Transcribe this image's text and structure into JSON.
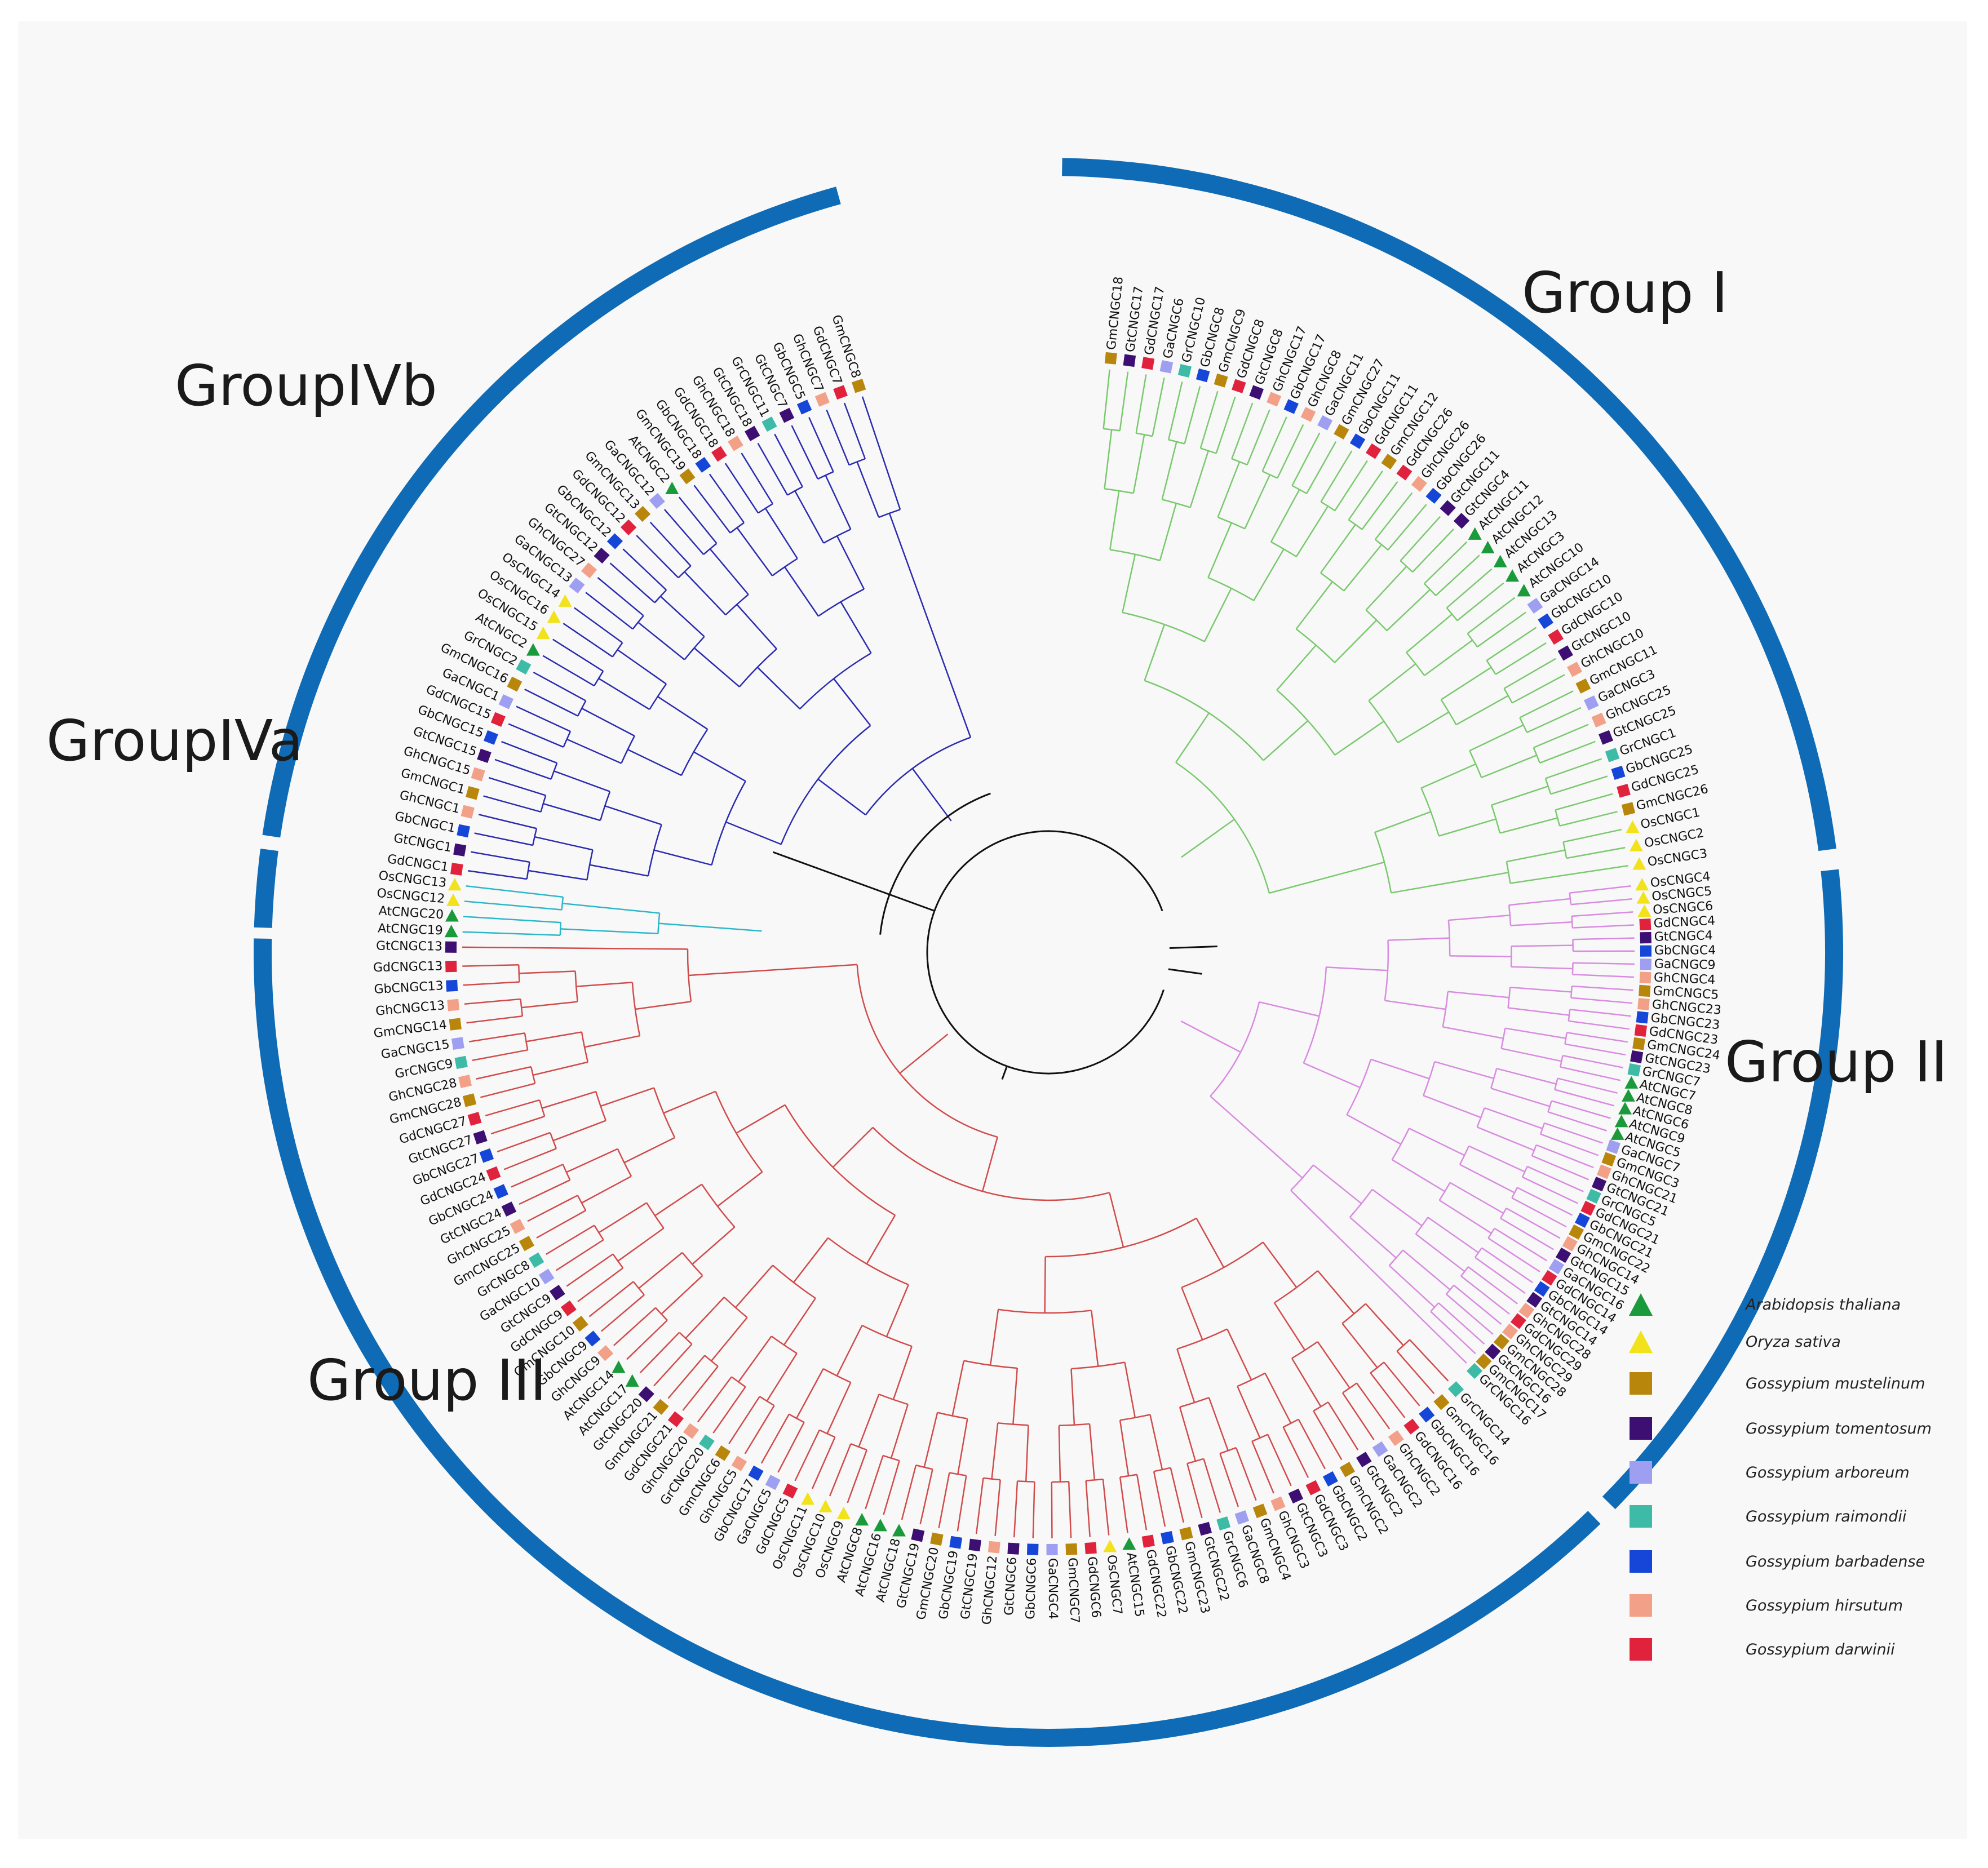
{
  "groups": [
    {
      "label": "Group I",
      "color": "#7ac96e"
    },
    {
      "label": "Group II",
      "color": "#d88be0"
    },
    {
      "label": "Group III",
      "color": "#d14b4b"
    },
    {
      "label": "GroupIVa",
      "color": "#2bb7c9"
    },
    {
      "label": "GroupIVb",
      "color": "#2b2bb0"
    }
  ],
  "ring_color": "#0f6bb5",
  "species": [
    {
      "key": "At",
      "name": "Arabidopsis thaliana",
      "shape": "triangle-up",
      "color": "#1a9a3a"
    },
    {
      "key": "Os",
      "name": "Oryza sativa",
      "shape": "triangle-up",
      "color": "#f2e21c"
    },
    {
      "key": "Gm",
      "name": "Gossypium mustelinum",
      "shape": "square",
      "color": "#b8860b"
    },
    {
      "key": "Gt",
      "name": "Gossypium tomentosum",
      "shape": "square",
      "color": "#3d0f73"
    },
    {
      "key": "Ga",
      "name": "Gossypium arboreum",
      "shape": "square",
      "color": "#9f9ff2"
    },
    {
      "key": "Gr",
      "name": "Gossypium raimondii",
      "shape": "square",
      "color": "#3dbba6"
    },
    {
      "key": "Gb",
      "name": "Gossypium barbadense",
      "shape": "square",
      "color": "#1546d8"
    },
    {
      "key": "Gh",
      "name": "Gossypium hirsutum",
      "shape": "square",
      "color": "#f2a188"
    },
    {
      "key": "Gd",
      "name": "Gossypium darwinii",
      "shape": "square",
      "color": "#e0223d"
    }
  ],
  "leaves": {
    "group_I": [
      "GmCNGC18",
      "GtCNGC17",
      "GdCNGC17",
      "GaCNGC6",
      "GrCNGC10",
      "GbCNGC8",
      "GmCNGC9",
      "GdCNGC8",
      "GtCNGC8",
      "GhCNGC17",
      "GbCNGC17",
      "GhCNGC8",
      "GaCNGC11",
      "GmCNGC27",
      "GbCNGC11",
      "GdCNGC11",
      "GmCNGC12",
      "GdCNGC26",
      "GhCNGC26",
      "GbCNGC26",
      "GtCNGC11",
      "GtCNGC4",
      "AtCNGC11",
      "AtCNGC12",
      "AtCNGC13",
      "AtCNGC3",
      "AtCNGC10",
      "GaCNGC14",
      "GbCNGC10",
      "GdCNGC10",
      "GtCNGC10",
      "GhCNGC10",
      "GmCNGC11",
      "GaCNGC3",
      "GhCNGC25",
      "GtCNGC25",
      "GrCNGC1",
      "GbCNGC25",
      "GdCNGC25",
      "GmCNGC26",
      "OsCNGC1",
      "OsCNGC2",
      "OsCNGC3"
    ],
    "group_II": [
      "OsCNGC4",
      "OsCNGC5",
      "OsCNGC6",
      "GdCNGC4",
      "GtCNGC4",
      "GbCNGC4",
      "GaCNGC9",
      "GhCNGC4",
      "GmCNGC5",
      "GhCNGC23",
      "GbCNGC23",
      "GdCNGC23",
      "GmCNGC24",
      "GtCNGC23",
      "GrCNGC7",
      "AtCNGC7",
      "AtCNGC8",
      "AtCNGC6",
      "AtCNGC9",
      "AtCNGC5",
      "GaCNGC7",
      "GmCNGC3",
      "GhCNGC21",
      "GtCNGC21",
      "GrCNGC5",
      "GdCNGC21",
      "GbCNGC21",
      "GmCNGC22",
      "GhCNGC14",
      "GtCNGC15",
      "GaCNGC16",
      "GdCNGC14",
      "GbCNGC14",
      "GtCNGC14",
      "GhCNGC28",
      "GdCNGC29",
      "GhCNGC29",
      "GmCNGC28",
      "GtCNGC16",
      "GmCNGC17",
      "GrCNGC16"
    ],
    "group_III": [
      "GrCNGC14",
      "GmCNGC16",
      "GbCNGC16",
      "GdCNGC16",
      "GhCNGC2",
      "GaCNGC2",
      "GtCNGC2",
      "GmCNGC2",
      "GbCNGC2",
      "GdCNGC3",
      "GtCNGC3",
      "GhCNGC3",
      "GmCNGC4",
      "GaCNGC8",
      "GrCNGC6",
      "GtCNGC22",
      "GmCNGC23",
      "GbCNGC22",
      "GdCNGC22",
      "AtCNGC15",
      "OsCNGC7",
      "GdCNGC6",
      "GmCNGC7",
      "GaCNGC4",
      "GbCNGC6",
      "GtCNGC6",
      "GhCNGC12",
      "GtCNGC19",
      "GbCNGC19",
      "GmCNGC20",
      "GtCNGC19",
      "AtCNGC18",
      "AtCNGC16",
      "AtCNGC8",
      "OsCNGC9",
      "OsCNGC10",
      "OsCNGC11",
      "GdCNGC5",
      "GaCNGC5",
      "GbCNGC17",
      "GhCNGC5",
      "GmCNGC6",
      "GrCNGC20",
      "GhCNGC20",
      "GdCNGC21",
      "GmCNGC21",
      "GtCNGC20",
      "AtCNGC17",
      "AtCNGC14",
      "GhCNGC9",
      "GbCNGC9",
      "GmCNGC10",
      "GdCNGC9",
      "GtCNGC9",
      "GaCNGC10",
      "GrCNGC8",
      "GmCNGC25",
      "GhCNGC25",
      "GtCNGC24",
      "GbCNGC24",
      "GdCNGC24",
      "GbCNGC27",
      "GtCNGC27",
      "GdCNGC27",
      "GmCNGC28",
      "GhCNGC28",
      "GrCNGC9",
      "GaCNGC15",
      "GmCNGC14",
      "GhCNGC13",
      "GbCNGC13",
      "GdCNGC13",
      "GtCNGC13"
    ],
    "group_IVa": [
      "AtCNGC19",
      "AtCNGC20",
      "OsCNGC12",
      "OsCNGC13"
    ],
    "group_IVb": [
      "GdCNGC1",
      "GtCNGC1",
      "GbCNGC1",
      "GhCNGC1",
      "GmCNGC1",
      "GhCNGC15",
      "GtCNGC15",
      "GbCNGC15",
      "GdCNGC15",
      "GaCNGC1",
      "GmCNGC16",
      "GrCNGC2",
      "AtCNGC2",
      "OsCNGC15",
      "OsCNGC16",
      "OsCNGC14",
      "GaCNGC13",
      "GhCNGC27",
      "GtCNGC12",
      "GbCNGC12",
      "GdCNGC12",
      "GmCNGC13",
      "GaCNGC12",
      "AtCNGC2",
      "GmCNGC19",
      "GbCNGC18",
      "GdCNGC18",
      "GhCNGC18",
      "GtCNGC18",
      "GrCNGC11",
      "GtCNGC7",
      "GbCNGC5",
      "GhCNGC7",
      "GdCNGC7",
      "GmCNGC8"
    ]
  }
}
